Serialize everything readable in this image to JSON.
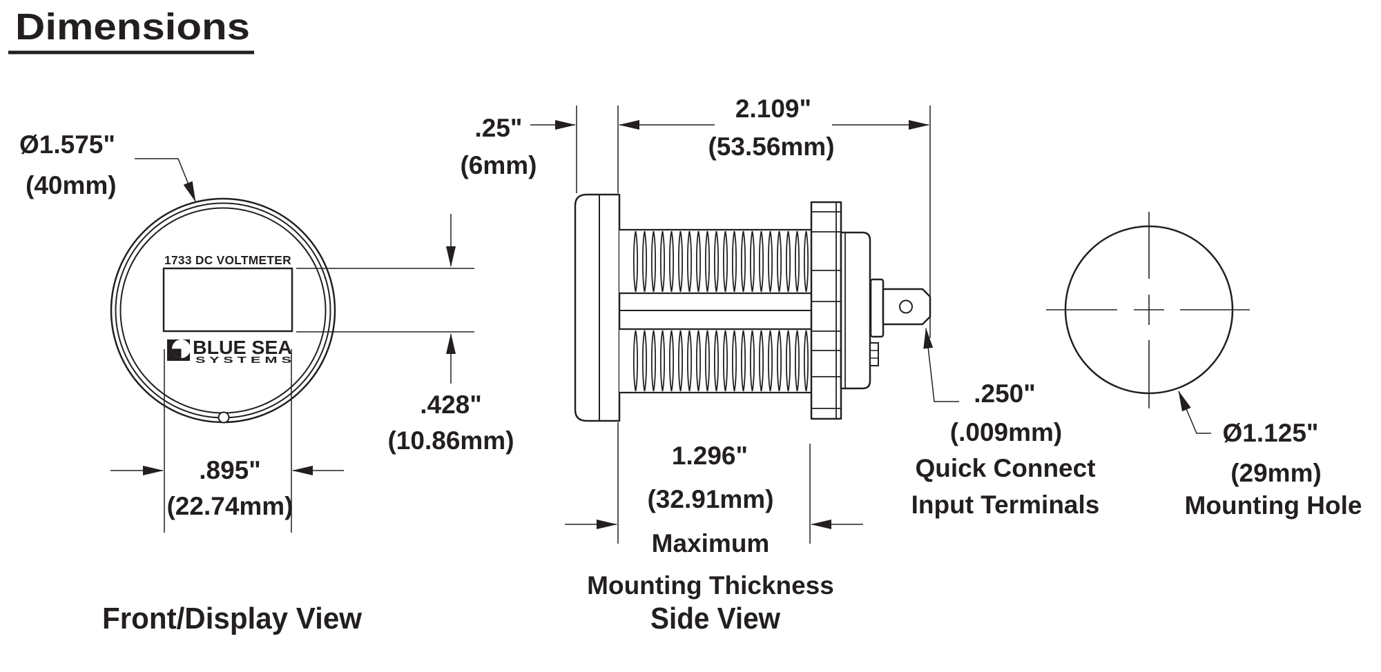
{
  "title": "Dimensions",
  "front_view": {
    "caption": "Front/Display View",
    "device_label": "1733 DC VOLTMETER",
    "logo": {
      "line1": "BLUE SEA",
      "line2": "S Y S T E M S"
    },
    "dims": {
      "diameter": {
        "in": "Ø1.575\"",
        "mm": "(40mm)"
      },
      "display_width": {
        "in": ".895\"",
        "mm": "(22.74mm)"
      },
      "display_height": {
        "in": ".428\"",
        "mm": "(10.86mm)"
      }
    }
  },
  "side_view": {
    "caption": "Side View",
    "dims": {
      "bezel_thickness": {
        "in": ".25\"",
        "mm": "(6mm)"
      },
      "overall_length": {
        "in": "2.109\"",
        "mm": "(53.56mm)"
      },
      "mounting_thickness": {
        "in": "1.296\"",
        "mm": "(32.91mm)",
        "note1": "Maximum",
        "note2": "Mounting Thickness"
      },
      "terminal": {
        "in": ".250\"",
        "mm": "(.009mm)",
        "note1": "Quick Connect",
        "note2": "Input Terminals"
      }
    }
  },
  "mounting_hole_view": {
    "dims": {
      "in": "Ø1.125\"",
      "mm": "(29mm)",
      "note": "Mounting Hole"
    }
  },
  "colors": {
    "line": "#231f20",
    "text": "#231f20",
    "bg": "#ffffff"
  }
}
